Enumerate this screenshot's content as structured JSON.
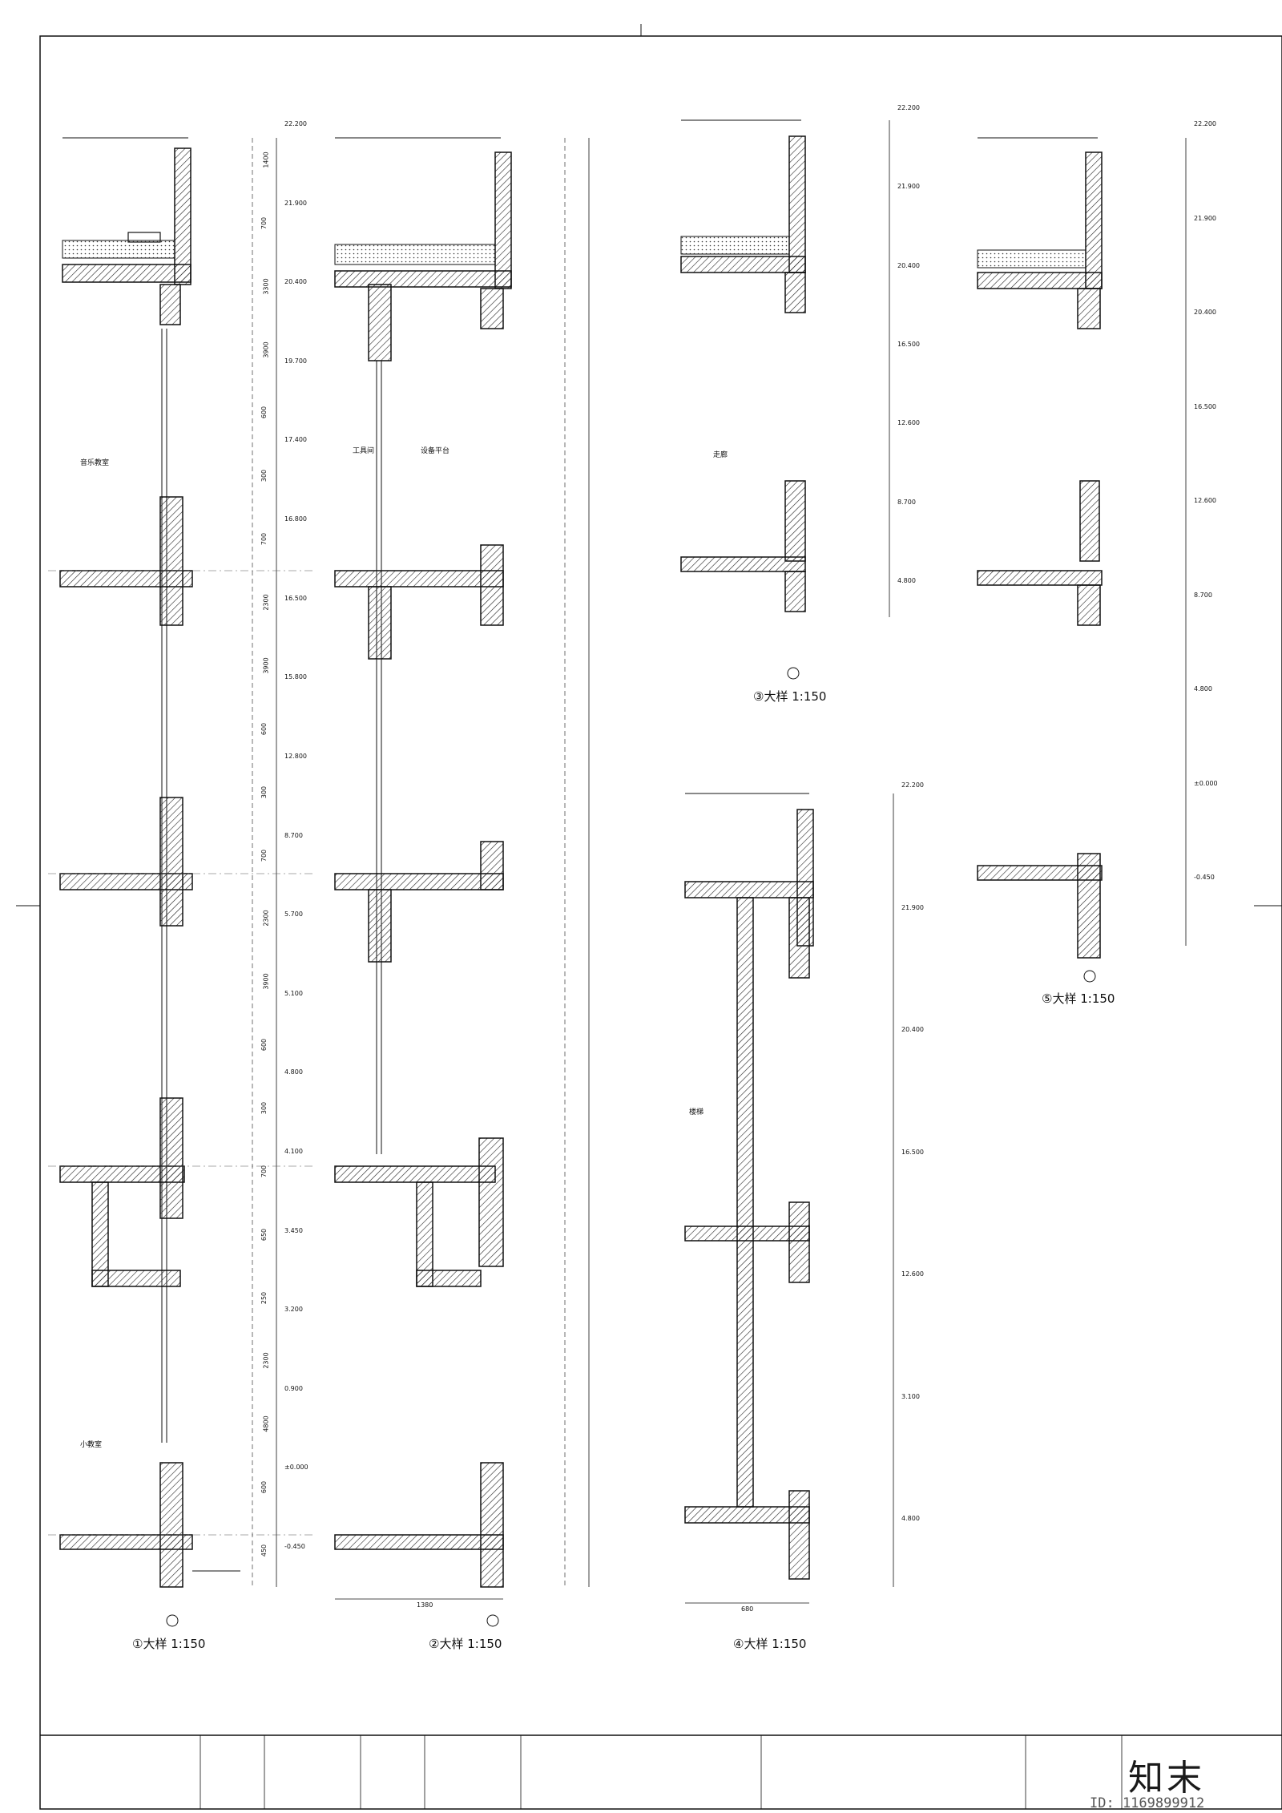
{
  "sheet": {
    "brand_text": "知末",
    "id_text": "ID: 1169899912"
  },
  "details": [
    {
      "key": "d1",
      "caption": "①大样 1:150"
    },
    {
      "key": "d2",
      "caption": "②大样 1:150"
    },
    {
      "key": "d3",
      "caption": "③大样 1:150"
    },
    {
      "key": "d4",
      "caption": "④大样 1:150"
    },
    {
      "key": "d5",
      "caption": "⑤大样 1:150"
    }
  ],
  "elevations_d1": [
    "22.200",
    "21.900",
    "20.400",
    "19.700",
    "17.400",
    "16.800",
    "16.500",
    "15.800",
    "12.800",
    "8.700",
    "5.700",
    "5.100",
    "4.800",
    "4.100",
    "3.450",
    "3.200",
    "0.900",
    "±0.000",
    "-0.450"
  ],
  "elevations_d3": [
    "22.200",
    "21.900",
    "20.400",
    "16.500",
    "12.600",
    "8.700",
    "4.800"
  ],
  "elevations_d4": [
    "22.200",
    "21.900",
    "20.400",
    "16.500",
    "12.600",
    "3.100",
    "4.800"
  ],
  "elevations_d5": [
    "22.200",
    "21.900",
    "20.400",
    "16.500",
    "12.600",
    "8.700",
    "4.800",
    "±0.000",
    "-0.450"
  ],
  "dims_d1": [
    "1400",
    "700",
    "3300",
    "3900",
    "600",
    "300",
    "700",
    "2300",
    "3900",
    "600",
    "300",
    "700",
    "2300",
    "3900",
    "600",
    "300",
    "700",
    "650",
    "250",
    "2300",
    "4800",
    "600",
    "450"
  ],
  "dims_bottom": [
    "1380",
    "680"
  ],
  "labels": {
    "room_a": "工具间",
    "room_b": "设备平台",
    "room_c": "走廊",
    "room_d": "楼梯",
    "room_e": "小教室",
    "room_f": "音乐教室"
  }
}
